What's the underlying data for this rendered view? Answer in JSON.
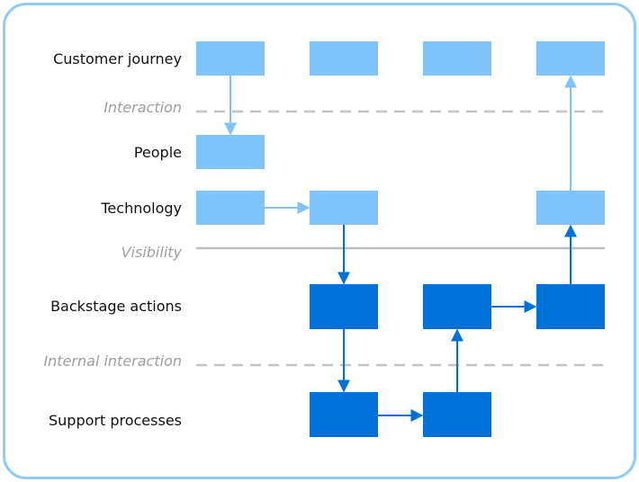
{
  "rows": {
    "customer_journey": "Customer journey",
    "interaction": "Interaction",
    "people": "People",
    "technology": "Technology",
    "visibility": "Visibility",
    "backstage_actions": "Backstage actions",
    "internal_interaction": "Internal interaction",
    "support_processes": "Support processes"
  },
  "colors": {
    "frontstage_box": "#7fc3fd",
    "backstage_box": "#0071d9",
    "frontstage_arrow": "#7fc3fd",
    "backstage_arrow": "#0071d9",
    "dashed_line": "#c4c4c4",
    "visibility_line": "#bdbdbd",
    "frame_border": "#8ecbf9"
  }
}
